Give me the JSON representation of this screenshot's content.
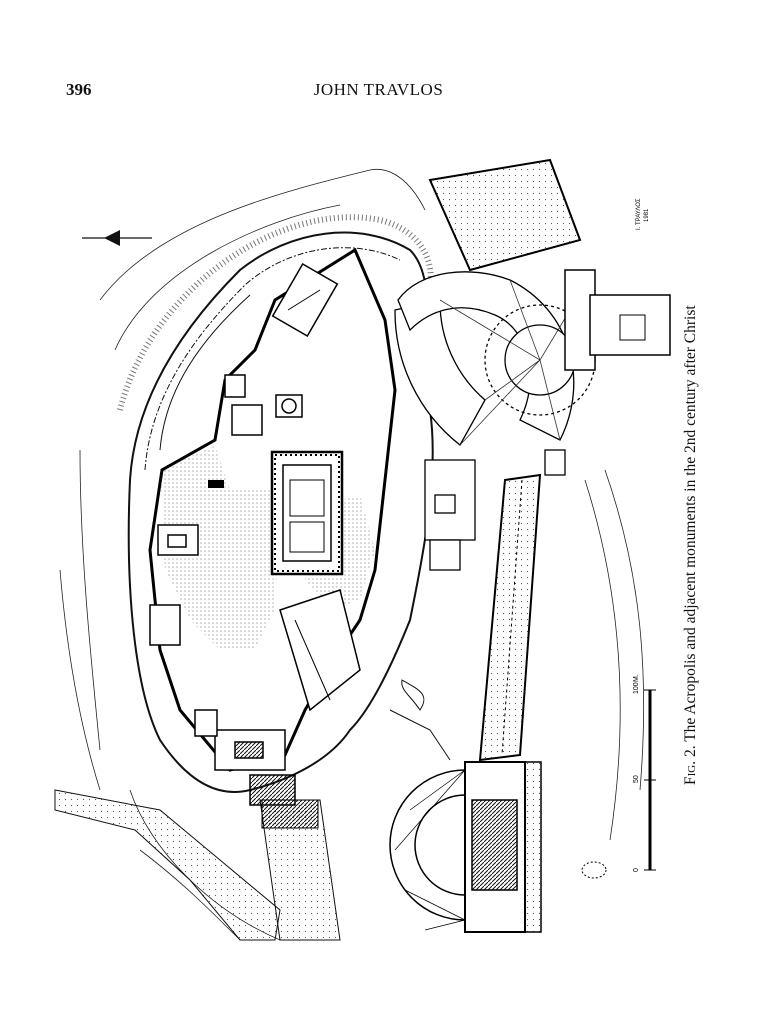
{
  "header": {
    "page_number": "396",
    "running_head": "JOHN TRAVLOS"
  },
  "figure": {
    "caption_prefix": "Fig. 2.",
    "caption_text": "The Acropolis and adjacent monuments in the 2nd century after Christ",
    "scale_bar": {
      "start": "0",
      "mid": "50",
      "end": "100",
      "unit": "M."
    },
    "draftsman_signature": [
      "I. ΤΡΑΥΛΟΣ",
      "1981"
    ],
    "north_arrow": "north-arrow-icon"
  }
}
